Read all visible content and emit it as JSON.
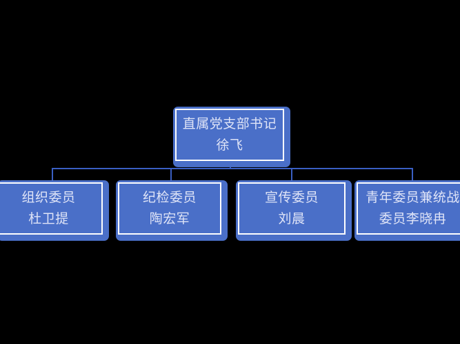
{
  "chart": {
    "type": "org-chart",
    "background_color": "#000000",
    "node_fill_color": "#4a6fc8",
    "node_border_color": "#ffffff",
    "connector_color": "#3a5fc4",
    "text_color": "#dfe4f7",
    "root": {
      "title": "直属党支部书记",
      "name": "徐飞"
    },
    "children": [
      {
        "title": "组织委员",
        "name": "杜卫提"
      },
      {
        "title": "纪检委员",
        "name": "陶宏军"
      },
      {
        "title": "宣传委员",
        "name": "刘晨"
      },
      {
        "title": "青年委员兼统战",
        "name": "委员李晓冉"
      }
    ]
  }
}
